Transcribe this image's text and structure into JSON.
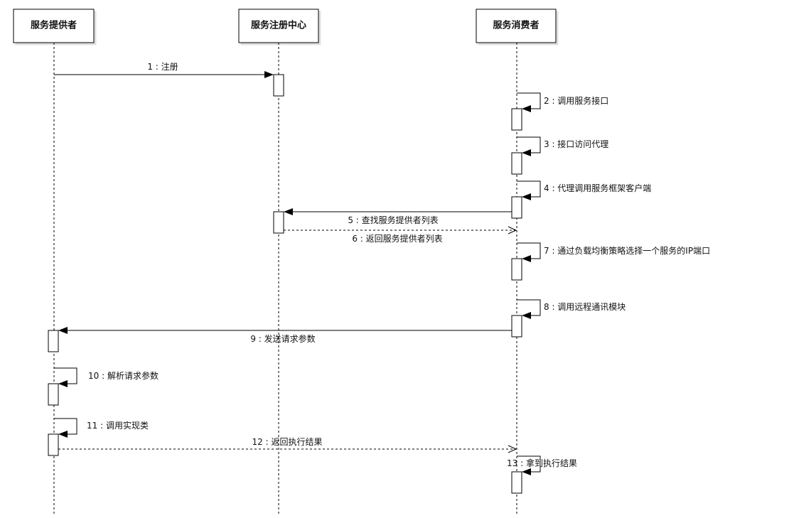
{
  "diagram": {
    "type": "sequence",
    "participants": [
      {
        "id": "provider",
        "name": "服务提供者"
      },
      {
        "id": "registry",
        "name": "服务注册中心"
      },
      {
        "id": "consumer",
        "name": "服务消费者"
      }
    ],
    "messages": [
      {
        "num": "1",
        "label": "1 : 注册",
        "from": "provider",
        "to": "registry",
        "kind": "sync"
      },
      {
        "num": "2",
        "label": "2 : 调用服务接口",
        "from": "consumer",
        "to": "consumer",
        "kind": "self"
      },
      {
        "num": "3",
        "label": "3 : 接口访问代理",
        "from": "consumer",
        "to": "consumer",
        "kind": "self"
      },
      {
        "num": "4",
        "label": "4 : 代理调用服务框架客户端",
        "from": "consumer",
        "to": "consumer",
        "kind": "self"
      },
      {
        "num": "5",
        "label": "5 : 查找服务提供者列表",
        "from": "consumer",
        "to": "registry",
        "kind": "sync"
      },
      {
        "num": "6",
        "label": "6 : 返回服务提供者列表",
        "from": "registry",
        "to": "consumer",
        "kind": "return"
      },
      {
        "num": "7",
        "label": "7 : 通过负载均衡策略选择一个服务的IP端口",
        "from": "consumer",
        "to": "consumer",
        "kind": "self"
      },
      {
        "num": "8",
        "label": "8 : 调用远程通讯模块",
        "from": "consumer",
        "to": "consumer",
        "kind": "self"
      },
      {
        "num": "9",
        "label": "9 : 发送请求参数",
        "from": "consumer",
        "to": "provider",
        "kind": "sync"
      },
      {
        "num": "10",
        "label": "10 : 解析请求参数",
        "from": "provider",
        "to": "provider",
        "kind": "self"
      },
      {
        "num": "11",
        "label": "11 : 调用实现类",
        "from": "provider",
        "to": "provider",
        "kind": "self"
      },
      {
        "num": "12",
        "label": "12 : 返回执行结果",
        "from": "provider",
        "to": "consumer",
        "kind": "return"
      },
      {
        "num": "13",
        "label": "13 : 拿到执行结果",
        "from": "consumer",
        "to": "consumer",
        "kind": "self"
      }
    ]
  }
}
